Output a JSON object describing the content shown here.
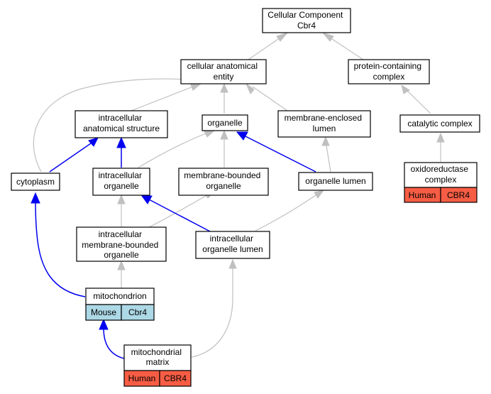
{
  "colors": {
    "mouse": "#add8e6",
    "human": "#f75d44",
    "is_a_edge": "#c0c0c0",
    "part_of_edge": "#0000ee"
  },
  "nodes": {
    "root": [
      "Cellular Component",
      "Cbr4"
    ],
    "cae": [
      "cellular anatomical",
      "entity"
    ],
    "pcc": [
      "protein-containing",
      "complex"
    ],
    "ias": [
      "intracellular",
      "anatomical structure"
    ],
    "org": [
      "organelle"
    ],
    "mel": [
      "membrane-enclosed",
      "lumen"
    ],
    "cat": [
      "catalytic complex"
    ],
    "cyt": [
      "cytoplasm"
    ],
    "io": [
      "intracellular",
      "organelle"
    ],
    "mbo": [
      "membrane-bounded",
      "organelle"
    ],
    "orl": [
      "organelle lumen"
    ],
    "oxi": [
      "oxidoreductase",
      "complex"
    ],
    "imbo": [
      "intracellular",
      "membrane-bounded",
      "organelle"
    ],
    "iol": [
      "intracellular",
      "organelle lumen"
    ],
    "mito": [
      "mitochondrion"
    ],
    "mm": [
      "mitochondrial",
      "matrix"
    ]
  },
  "annotations": {
    "oxi": [
      "Human",
      "CBR4"
    ],
    "mito": [
      "Mouse",
      "Cbr4"
    ],
    "mm": [
      "Human",
      "CBR4"
    ]
  }
}
